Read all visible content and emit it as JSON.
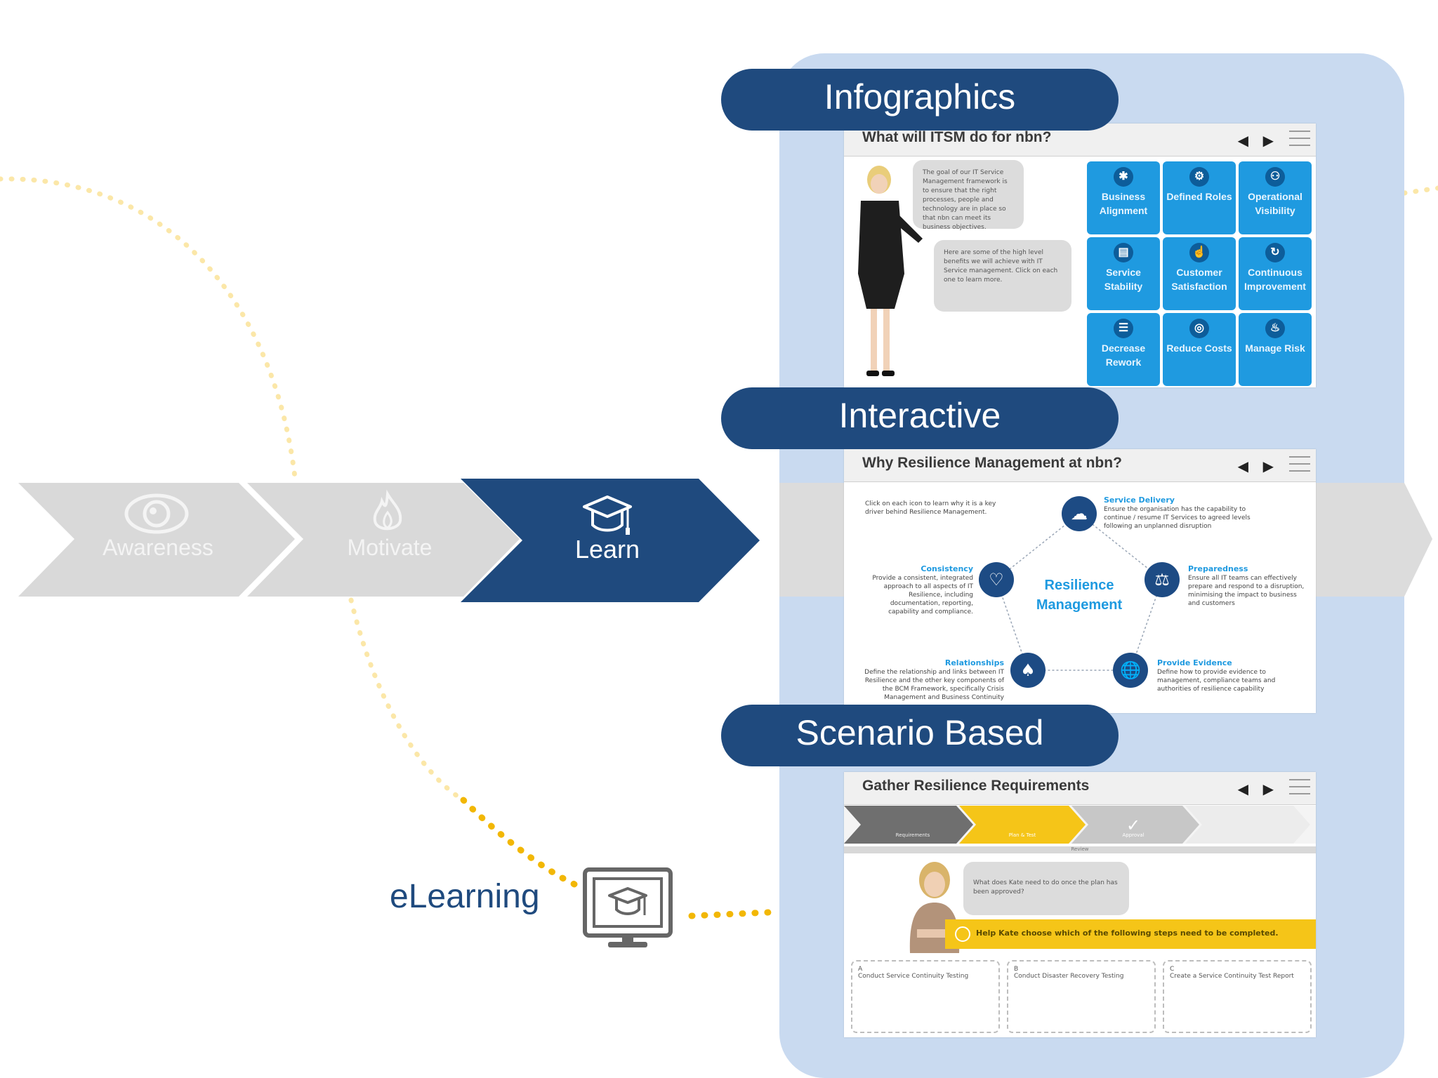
{
  "process": {
    "steps": [
      {
        "label": "Awareness",
        "icon": "eye-icon"
      },
      {
        "label": "Motivate",
        "icon": "flame-icon"
      },
      {
        "label": "Learn",
        "icon": "graduation-cap-icon"
      }
    ],
    "active_step": "Learn"
  },
  "elearning": {
    "label": "eLearning",
    "icon": "monitor-graduation-cap-icon"
  },
  "sections": {
    "infographics": {
      "label": "Infographics",
      "screen_title": "What will ITSM do for nbn?",
      "bubble_1": "The goal of our IT Service Management framework is to ensure that the right processes, people and technology are in place so that nbn can meet its business objectives.",
      "bubble_2": "Here are some of the high level benefits we will achieve with IT Service management. Click on each one to learn more.",
      "tiles": [
        {
          "label": "Business Alignment",
          "icon": "asterisk-icon"
        },
        {
          "label": "Defined Roles",
          "icon": "gear-icon"
        },
        {
          "label": "Operational Visibility",
          "icon": "person-icon"
        },
        {
          "label": "Service Stability",
          "icon": "chart-icon"
        },
        {
          "label": "Customer Satisfaction",
          "icon": "thumbs-up-icon"
        },
        {
          "label": "Continuous Improvement",
          "icon": "cycle-icon"
        },
        {
          "label": "Decrease Rework",
          "icon": "document-icon"
        },
        {
          "label": "Reduce Costs",
          "icon": "coin-icon"
        },
        {
          "label": "Manage Risk",
          "icon": "fire-icon"
        }
      ]
    },
    "interactive": {
      "label": "Interactive",
      "screen_title": "Why Resilience Management at nbn?",
      "intro": "Click on each icon to learn why it is a key driver behind Resilience Management.",
      "center_line_1": "Resilience",
      "center_line_2": "Management",
      "nodes": [
        {
          "title": "Service Delivery",
          "text": "Ensure the organisation has the capability to continue / resume IT Services to agreed levels following an unplanned disruption",
          "icon": "cloud-icon"
        },
        {
          "title": "Preparedness",
          "text": "Ensure all IT teams can effectively prepare and respond to a disruption, minimising the impact to business and customers",
          "icon": "scales-icon"
        },
        {
          "title": "Provide Evidence",
          "text": "Define how to provide evidence to management, compliance teams and authorities of resilience capability",
          "icon": "globe-icon"
        },
        {
          "title": "Relationships",
          "text": "Define the relationship and links between IT Resilience and the other key components of the BCM Framework, specifically Crisis Management and Business Continuity",
          "icon": "people-icon"
        },
        {
          "title": "Consistency",
          "text": "Provide a consistent, integrated approach to all aspects of IT Resilience, including documentation, reporting, capability and compliance.",
          "icon": "monitor-heart-icon"
        }
      ]
    },
    "scenario": {
      "label": "Scenario Based",
      "screen_title": "Gather Resilience Requirements",
      "progress_steps": [
        "Requirements",
        "Plan & Test",
        "Approval"
      ],
      "progress_sub": "Review",
      "speech": "What does Kate need to do once the plan has been approved?",
      "prompt": "Help Kate choose which of the following steps need to be completed.",
      "options": [
        {
          "letter": "A",
          "text": "Conduct Service Continuity Testing"
        },
        {
          "letter": "B",
          "text": "Conduct Disaster Recovery Testing"
        },
        {
          "letter": "C",
          "text": "Create a Service Continuity Test Report"
        }
      ]
    }
  },
  "colors": {
    "navy": "#1f4a7e",
    "panel": "#c9daf0",
    "chevron_grey": "#d9d9d9",
    "tile_blue": "#1f9ae0",
    "dots_yellow": "#f2b705"
  }
}
